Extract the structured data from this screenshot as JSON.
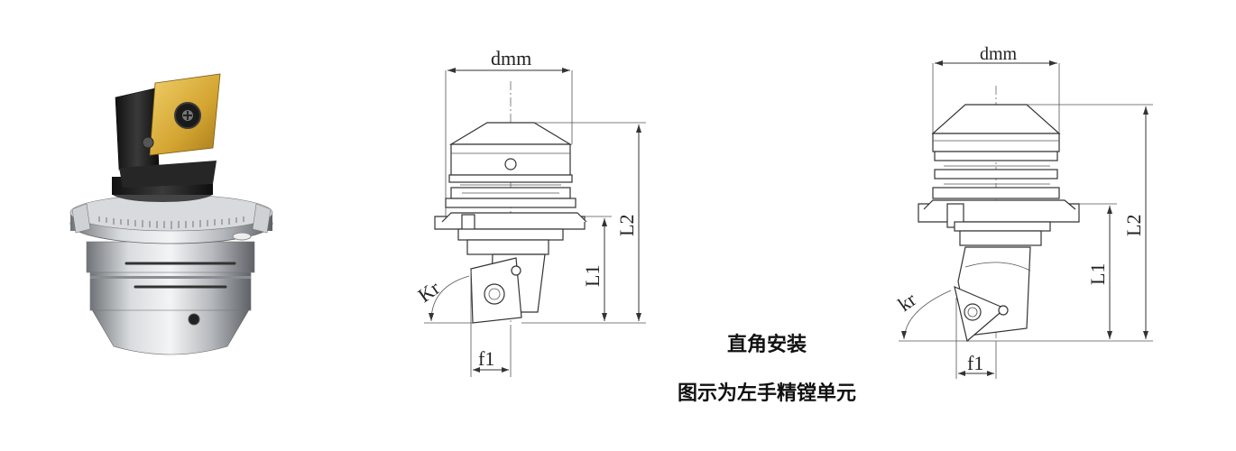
{
  "drawing1": {
    "dm_label": "dmm",
    "l2_label": "L2",
    "l1_label": "L1",
    "kr_label": "Kr",
    "f1_label": "f1"
  },
  "drawing2": {
    "dm_label": "dmm",
    "l2_label": "L2",
    "l1_label": "L1",
    "kr_label": "kr",
    "f1_label": "f1"
  },
  "captions": {
    "mount": "直角安装",
    "product": "图示为左手精镗单元"
  },
  "colors": {
    "steel": "#b9bcc0",
    "insert": "#d4a836",
    "holder": "#1e1e1e"
  }
}
